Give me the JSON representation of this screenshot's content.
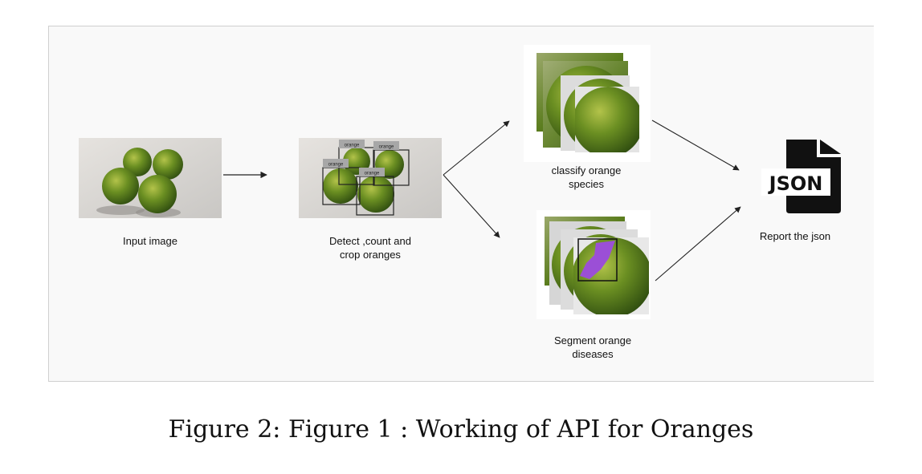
{
  "steps": {
    "input": {
      "label": "Input image"
    },
    "detect": {
      "label_line1": "Detect ,count and",
      "label_line2": "crop oranges",
      "box_tags": [
        "orange",
        "orange",
        "orange",
        "orange"
      ]
    },
    "classify": {
      "label_line1": "classify orange",
      "label_line2": "species"
    },
    "segment": {
      "label_line1": "Segment orange",
      "label_line2": "diseases"
    },
    "report": {
      "icon_text": "JSON",
      "label": "Report the json"
    }
  },
  "caption": {
    "figure_label": "Figure 2:",
    "text": "Figure 1 : Working of API for Oranges"
  },
  "colors": {
    "orange_fruit": "#4f7f1c",
    "segment_mask": "#9b4fd6",
    "json_icon": "#111111"
  }
}
